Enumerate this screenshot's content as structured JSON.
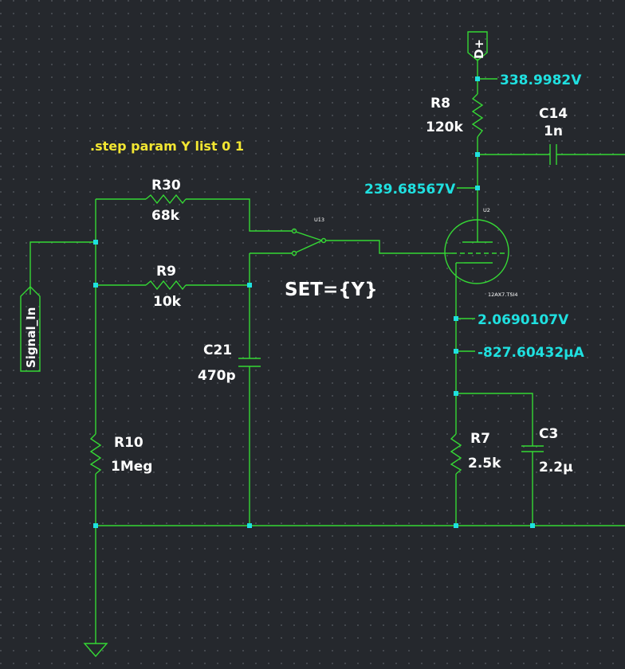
{
  "schematic": {
    "directive": ".step param Y list 0 1",
    "switch": {
      "ref": "U13",
      "label": "SET={Y}"
    },
    "tube": {
      "ref": "U2",
      "model": "12AX7.TSI4"
    },
    "power_flag": "D+",
    "input_flag": "Signal_In",
    "components": [
      {
        "ref": "R30",
        "value": "68k"
      },
      {
        "ref": "R9",
        "value": "10k"
      },
      {
        "ref": "C21",
        "value": "470p"
      },
      {
        "ref": "R10",
        "value": "1Meg"
      },
      {
        "ref": "R8",
        "value": "120k"
      },
      {
        "ref": "C14",
        "value": "1n"
      },
      {
        "ref": "R7",
        "value": "2.5k"
      },
      {
        "ref": "C3",
        "value": "2.2µ"
      }
    ],
    "readouts": {
      "supply": "338.9982V",
      "plate": "239.68567V",
      "cathode": "2.0690107V",
      "cathode_current": "-827.60432µA"
    }
  },
  "colors": {
    "background": "#25282d",
    "wire": "#35d835",
    "junction": "#1fe0e0",
    "readout": "#1fe0e0",
    "directive": "#f2e632"
  }
}
